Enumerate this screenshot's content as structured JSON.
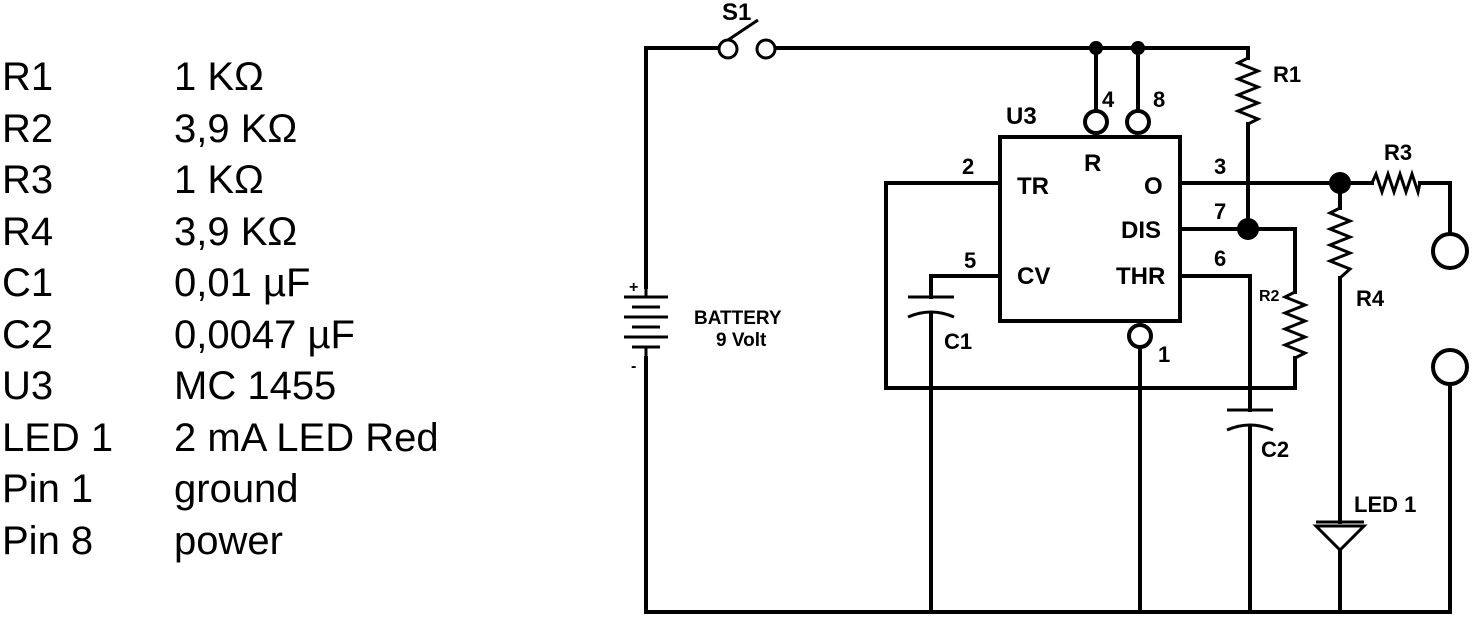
{
  "parts_list": [
    {
      "name": "R1",
      "value": "1 KΩ"
    },
    {
      "name": "R2",
      "value": "3,9 KΩ"
    },
    {
      "name": "R3",
      "value": "1 KΩ"
    },
    {
      "name": "R4",
      "value": "3,9 KΩ"
    },
    {
      "name": "C1",
      "value": "0,01 µF"
    },
    {
      "name": "C2",
      "value": "0,0047 µF"
    },
    {
      "name": "U3",
      "value": "MC 1455"
    },
    {
      "name": "LED 1",
      "value": "2 mA LED Red"
    },
    {
      "name": "Pin 1",
      "value": "ground"
    },
    {
      "name": "Pin 8",
      "value": "power"
    }
  ],
  "schematic": {
    "switch_label": "S1",
    "battery_label": "BATTERY",
    "battery_voltage": "9 Volt",
    "battery_plus": "+",
    "battery_minus": "-",
    "ic": {
      "label": "U3",
      "pins": {
        "tr": "TR",
        "cv": "CV",
        "r": "R",
        "o": "O",
        "dis": "DIS",
        "thr": "THR"
      },
      "pin_numbers": {
        "p1": "1",
        "p2": "2",
        "p3": "3",
        "p4": "4",
        "p5": "5",
        "p6": "6",
        "p7": "7",
        "p8": "8"
      }
    },
    "resistor_labels": {
      "r1": "R1",
      "r2": "R2",
      "r3": "R3",
      "r4": "R4"
    },
    "capacitor_labels": {
      "c1": "C1",
      "c2": "C2"
    },
    "led_label": "LED 1"
  }
}
